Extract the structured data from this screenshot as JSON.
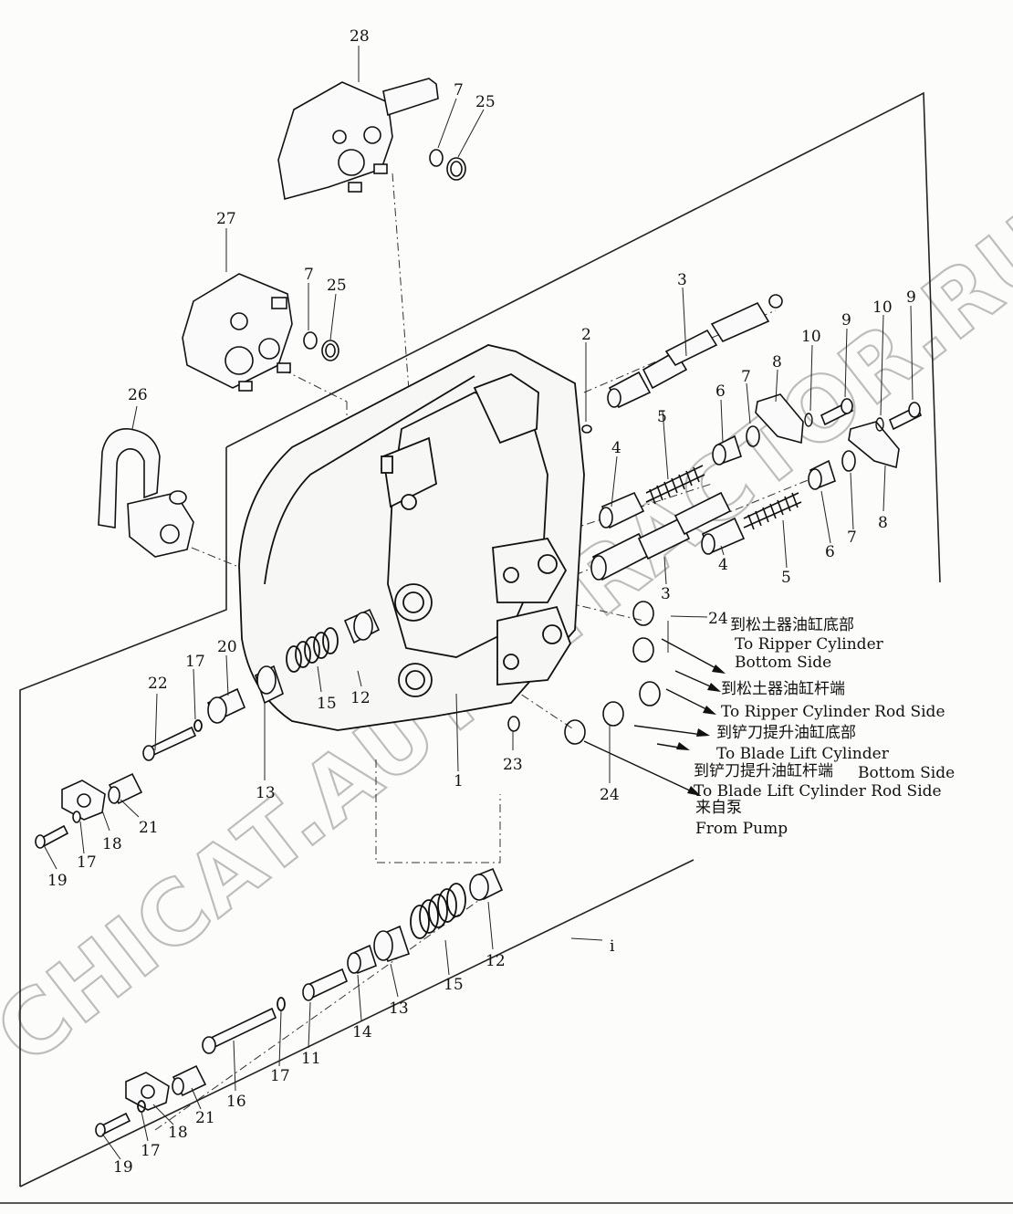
{
  "watermark": "CHICAT.AUTOTRACTOR.RU",
  "part_numbers": [
    {
      "id": "p28",
      "text": "28"
    },
    {
      "id": "p7a",
      "text": "7"
    },
    {
      "id": "p25a",
      "text": "25"
    },
    {
      "id": "p27",
      "text": "27"
    },
    {
      "id": "p7b",
      "text": "7"
    },
    {
      "id": "p25b",
      "text": "25"
    },
    {
      "id": "p26",
      "text": "26"
    },
    {
      "id": "p2",
      "text": "2"
    },
    {
      "id": "p3a",
      "text": "3"
    },
    {
      "id": "p10a",
      "text": "10"
    },
    {
      "id": "p9a",
      "text": "9"
    },
    {
      "id": "p10b",
      "text": "10"
    },
    {
      "id": "p9b",
      "text": "9"
    },
    {
      "id": "p8a",
      "text": "8"
    },
    {
      "id": "p7c",
      "text": "7"
    },
    {
      "id": "p6a",
      "text": "6"
    },
    {
      "id": "p5a",
      "text": "5"
    },
    {
      "id": "p4a",
      "text": "4"
    },
    {
      "id": "p8b",
      "text": "8"
    },
    {
      "id": "p7d",
      "text": "7"
    },
    {
      "id": "p6b",
      "text": "6"
    },
    {
      "id": "p4b",
      "text": "4"
    },
    {
      "id": "p5b",
      "text": "5"
    },
    {
      "id": "p3b",
      "text": "3"
    },
    {
      "id": "p24a",
      "text": "24"
    },
    {
      "id": "p20",
      "text": "20"
    },
    {
      "id": "p17a",
      "text": "17"
    },
    {
      "id": "p22",
      "text": "22"
    },
    {
      "id": "p15a",
      "text": "15"
    },
    {
      "id": "p12a",
      "text": "12"
    },
    {
      "id": "p13a",
      "text": "13"
    },
    {
      "id": "p23",
      "text": "23"
    },
    {
      "id": "p1",
      "text": "1"
    },
    {
      "id": "p24b",
      "text": "24"
    },
    {
      "id": "p18a",
      "text": "18"
    },
    {
      "id": "p21a",
      "text": "21"
    },
    {
      "id": "p17b",
      "text": "17"
    },
    {
      "id": "p19a",
      "text": "19"
    },
    {
      "id": "pi",
      "text": "i"
    },
    {
      "id": "p12b",
      "text": "12"
    },
    {
      "id": "p15b",
      "text": "15"
    },
    {
      "id": "p13b",
      "text": "13"
    },
    {
      "id": "p14",
      "text": "14"
    },
    {
      "id": "p11",
      "text": "11"
    },
    {
      "id": "p17c",
      "text": "17"
    },
    {
      "id": "p16",
      "text": "16"
    },
    {
      "id": "p21b",
      "text": "21"
    },
    {
      "id": "p18b",
      "text": "18"
    },
    {
      "id": "p17d",
      "text": "17"
    },
    {
      "id": "p19b",
      "text": "19"
    }
  ],
  "callouts": {
    "ripper_bottom_cn": "到松土器油缸底部",
    "ripper_bottom_en1": "To Ripper Cylinder",
    "ripper_bottom_en2": "Bottom Side",
    "ripper_rod_cn": "到松土器油缸杆端",
    "ripper_rod_en": "To Ripper Cylinder Rod Side",
    "blade_bottom_cn": "到铲刀提升油缸底部",
    "blade_bottom_en": "To Blade Lift Cylinder",
    "blade_rod_cn": "到铲刀提升油缸杆端",
    "blade_rod_en_tail": "Bottom Side",
    "blade_rod_en": "To Blade Lift Cylinder Rod Side",
    "pump_cn": "来自泵",
    "pump_en": "From Pump"
  }
}
